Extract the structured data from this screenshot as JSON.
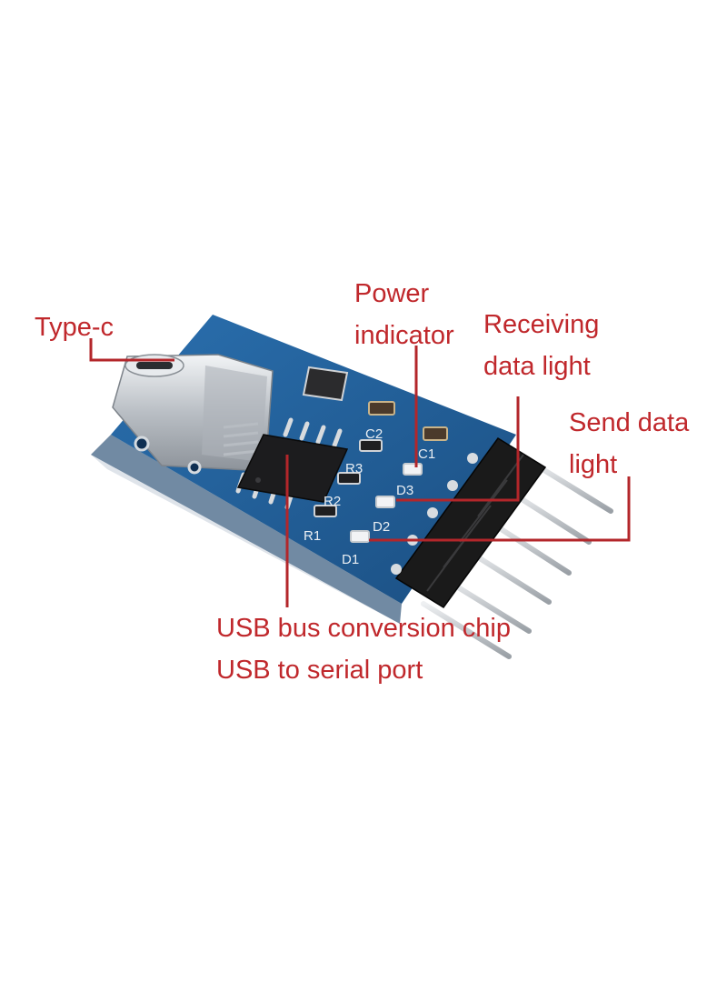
{
  "colors": {
    "label": "#c0282c",
    "leader_line": "#b3262a",
    "pcb": "#1f5c93",
    "pcb_dark": "#15436e",
    "pcb_silk": "#e9eef3",
    "chip": "#1c1c1e",
    "connector_metal": "#c9cdd2",
    "header_plastic": "#1a1a1a",
    "pin_metal": "#cfd2d6"
  },
  "annotations": {
    "type_c": "Type-c",
    "power_indicator": [
      "Power",
      "indicator"
    ],
    "receiving_light": [
      "Receiving",
      "data light"
    ],
    "send_light": [
      "Send data",
      "light"
    ],
    "chip": [
      "USB bus conversion chip",
      "USB to serial port"
    ]
  },
  "board": {
    "silkscreen": [
      "C2",
      "C1",
      "R3",
      "D3",
      "R2",
      "D2",
      "R1",
      "D1"
    ]
  }
}
